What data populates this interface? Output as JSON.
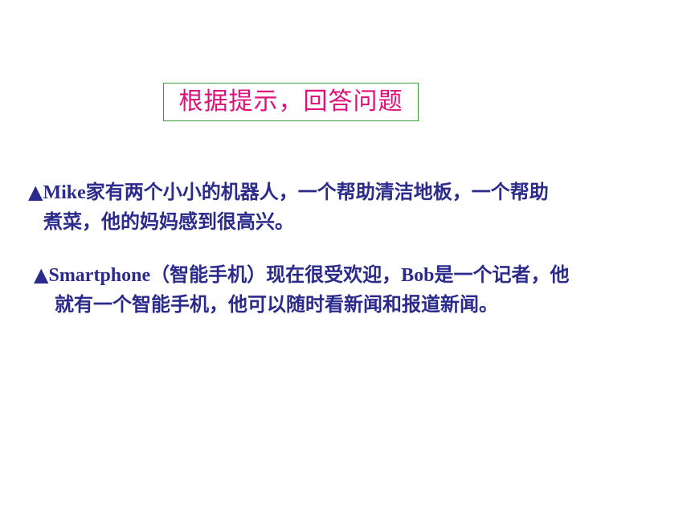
{
  "title": "根据提示，回答问题",
  "paragraphs": [
    {
      "marker": "▲",
      "line1_latin": "Mike",
      "line1_rest": "家有两个小小的机器人，一个帮助清洁地板，一个帮助",
      "line2": "煮菜，他的妈妈感到很高兴。"
    },
    {
      "marker": "▲",
      "line1_latin": "Smartphone",
      "line1_mid": "（智能手机）现在很受欢迎，",
      "line1_latin2": "Bob",
      "line1_rest": "是一个记者，他",
      "line2": "就有一个智能手机，他可以随时看新闻和报道新闻。"
    }
  ],
  "colors": {
    "title_text": "#e0107a",
    "title_border": "#3a9a3a",
    "body_text": "#2b2b8c"
  }
}
